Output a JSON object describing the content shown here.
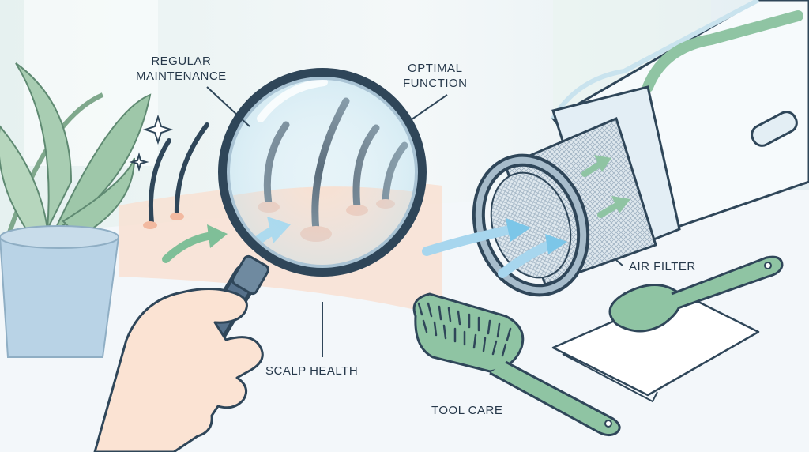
{
  "labels": {
    "regular_maintenance": [
      "REGULAR",
      "MAINTENANCE"
    ],
    "optimal_function": [
      "OPTIMAL",
      "FUNCTION"
    ],
    "scalp_health": "SCALP HEALTH",
    "air_filter": "AIR FILTER",
    "tool_care": "TOOL CARE"
  },
  "colors": {
    "background": "#eef5f6",
    "outline": "#2f4659",
    "accent_green": "#8fc4a3",
    "accent_blue": "#9fd0e6",
    "skin": "#f7d7c4",
    "device_body": "#f6fafc",
    "filter_mesh": "#c9d6e0"
  }
}
